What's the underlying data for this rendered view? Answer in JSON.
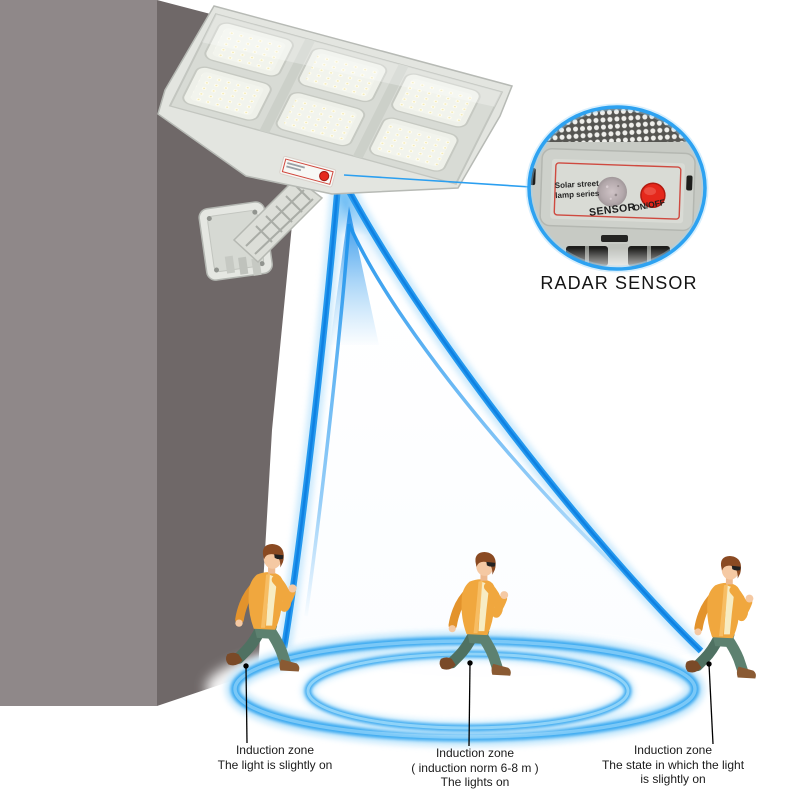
{
  "inset": {
    "caption": "RADAR SENSOR",
    "sticker": {
      "line1": "Solar street",
      "line2": "lamp series",
      "sensor": "SENSOR",
      "onoff": "ON/OFF"
    }
  },
  "zones": [
    {
      "lines": [
        "Induction zone",
        "The light is slightly on"
      ]
    },
    {
      "lines": [
        "Induction zone",
        "( induction norm 6-8 m )",
        "The lights on"
      ]
    },
    {
      "lines": [
        "Induction zone",
        "The state in which the light",
        "is slightly on"
      ]
    }
  ],
  "colors": {
    "beam_blue": "#1e93ec",
    "ring_blue": "#3aa9f0",
    "wall_light": "#8f8889",
    "wall_dark": "#6f6868",
    "lamp_body": "#dfe1dc",
    "button_red": "#e5281c",
    "jacket_orange": "#f0a73e",
    "pants_green": "#5d8170"
  }
}
